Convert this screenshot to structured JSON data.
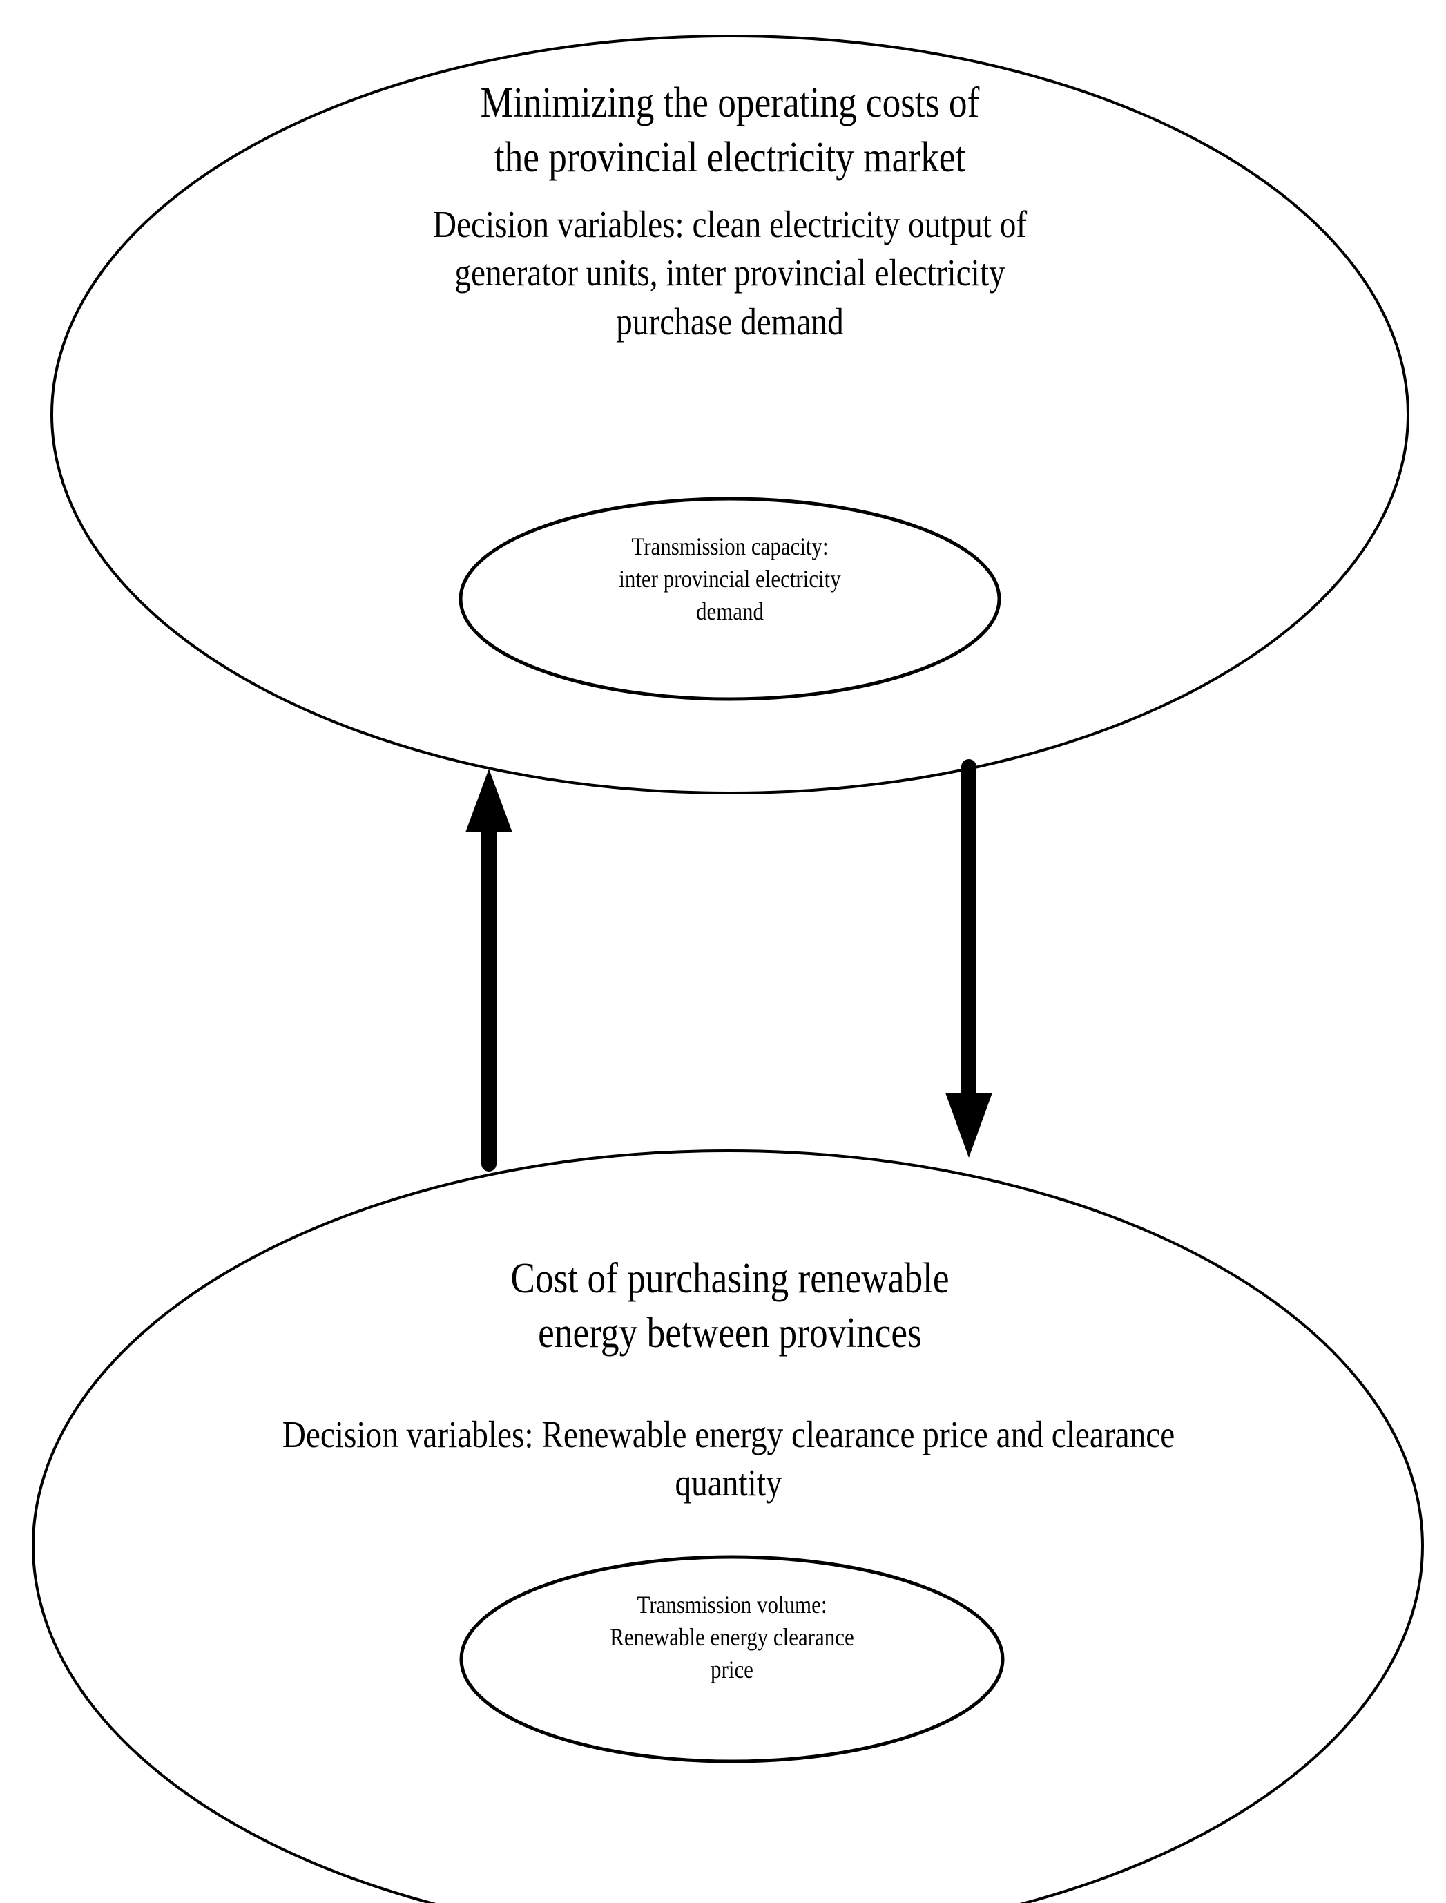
{
  "diagram": {
    "type": "nested-ellipse-bilevel-model",
    "background_color": "#ffffff",
    "stroke_color": "#000000",
    "upper_level": {
      "objective": "Minimizing the operating costs of\nthe provincial electricity market",
      "decision_variables": "Decision variables: clean electricity output of\ngenerator units, inter provincial electricity\npurchase demand",
      "inner": {
        "label": "Transmission capacity:\ninter provincial electricity\ndemand"
      }
    },
    "lower_level": {
      "objective": "Cost of purchasing renewable\nenergy between provinces",
      "decision_variables": "Decision variables: Renewable energy clearance price and clearance\nquantity",
      "inner": {
        "label": "Transmission volume:\nRenewable energy clearance\nprice"
      }
    },
    "connectors": [
      {
        "name": "upward-arrow",
        "direction": "up",
        "from": "lower_level",
        "to": "upper_level"
      },
      {
        "name": "downward-arrow",
        "direction": "down",
        "from": "upper_level",
        "to": "lower_level"
      }
    ]
  }
}
